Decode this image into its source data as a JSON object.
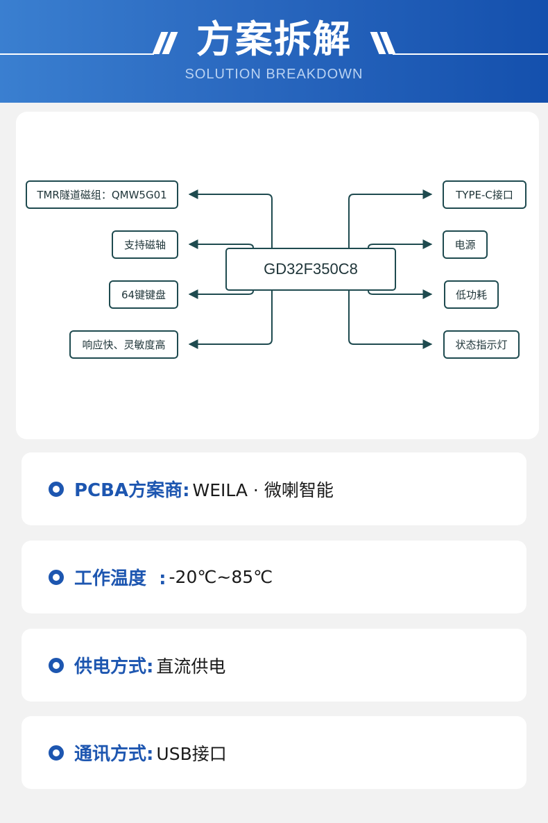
{
  "header": {
    "title": "方案拆解",
    "subtitle": "SOLUTION  BREAKDOWN"
  },
  "diagram": {
    "center": "GD32F350C8",
    "left_items": [
      "TMR隧道磁组：QMW5G01",
      "支持磁轴",
      "64键键盘",
      "响应快、灵敏度高"
    ],
    "right_items": [
      "TYPE-C接口",
      "电源",
      "低功耗",
      "状态指示灯"
    ]
  },
  "info": [
    {
      "label": "PCBA方案商:",
      "value": "WEILA · 微喇智能"
    },
    {
      "label": "工作温度  :",
      "value": "-20℃~85℃"
    },
    {
      "label": "供电方式:",
      "value": "直流供电"
    },
    {
      "label": "通讯方式:",
      "value": "USB接口"
    }
  ],
  "colors": {
    "header_blue": "#1450ad",
    "accent_blue": "#1d56b0",
    "box_border": "#1e4a4f"
  }
}
